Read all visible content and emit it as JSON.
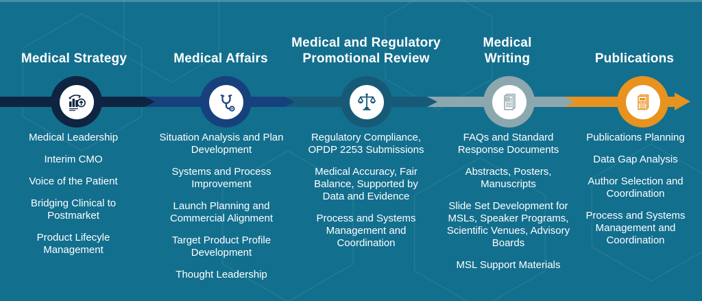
{
  "background": {
    "color": "#136f8e"
  },
  "text_color": "#ffffff",
  "timeline": {
    "direction": "left-to-right",
    "segments": [
      {
        "name": "medical-strategy",
        "color": "#0e2441"
      },
      {
        "name": "medical-affairs",
        "color": "#16417c"
      },
      {
        "name": "medical-regulatory-promotional-review",
        "color": "#175a78"
      },
      {
        "name": "medical-writing",
        "color": "#8da7ae"
      },
      {
        "name": "publications",
        "color": "#e8921f"
      }
    ]
  },
  "columns": [
    {
      "title_lines": [
        "Medical Strategy"
      ],
      "icon": "bar-chart-trend-icon",
      "color": "#0e2441",
      "items": [
        "Medical Leadership",
        "Interim CMO",
        "Voice of the Patient",
        "Bridging Clinical to Postmarket",
        "Product Lifecyle Management"
      ]
    },
    {
      "title_lines": [
        "Medical Affairs"
      ],
      "icon": "stethoscope-icon",
      "color": "#16417c",
      "items": [
        "Situation Analysis and Plan Development",
        "Systems and Process Improvement",
        "Launch Planning and Commercial Alignment",
        "Target Product Profile Development",
        "Thought Leadership"
      ]
    },
    {
      "title_lines": [
        "Medical and Regulatory",
        "Promotional Review"
      ],
      "icon": "scales-icon",
      "color": "#175a78",
      "items": [
        "Regulatory Compliance, OPDP 2253 Submissions",
        "Medical Accuracy, Fair Balance, Supported by Data and Evidence",
        "Process and Systems Management and Coordination"
      ]
    },
    {
      "title_lines": [
        "Medical",
        "Writing"
      ],
      "icon": "report-document-icon",
      "color": "#8da7ae",
      "items": [
        "FAQs and Standard Response Documents",
        "Abstracts, Posters, Manuscripts",
        "Slide Set Development for MSLs, Speaker Programs, Scientific Venues, Advisory Boards",
        "MSL Support Materials"
      ]
    },
    {
      "title_lines": [
        "Publications"
      ],
      "icon": "newspaper-icon",
      "color": "#e8921f",
      "items": [
        "Publications Planning",
        "Data Gap Analysis",
        "Author Selection and Coordination",
        "Process and Systems Management and Coordination"
      ]
    }
  ]
}
